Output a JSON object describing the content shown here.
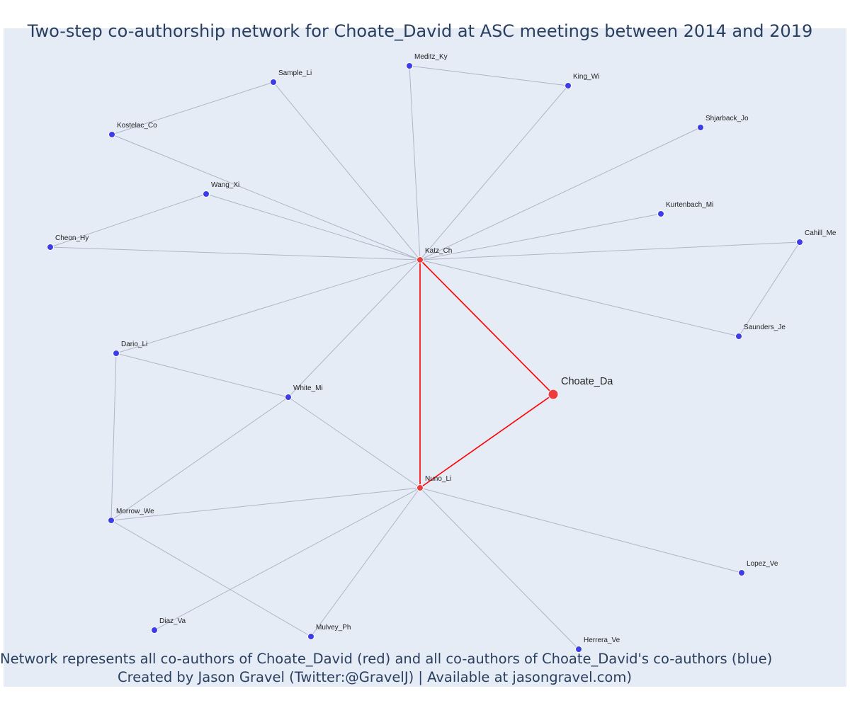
{
  "title": "Two-step co-authorship network for Choate_David at ASC meetings between 2014 and 2019",
  "footer": {
    "line1": "Network represents all co-authors of Choate_David (red) and all co-authors of Choate_David's co-authors (blue)",
    "line2": "Created by Jason Gravel (Twitter:@GravelJ) | Available at jasongravel.com)"
  },
  "colors": {
    "background": "#e5ecf6",
    "edge": "#b0b4c8",
    "focal_edge": "#ff0000",
    "red_node": "#ef3a3a",
    "blue_node": "#3c3ce8",
    "title_text": "#2a3f5f"
  },
  "nodes": [
    {
      "id": "Choate_Da",
      "label": "Choate_Da",
      "group": "focal"
    },
    {
      "id": "Katz_Ch",
      "label": "Katz_Ch",
      "group": "coauthor"
    },
    {
      "id": "Nuno_Li",
      "label": "Nuno_Li",
      "group": "coauthor"
    },
    {
      "id": "Meditz_Ky",
      "label": "Meditz_Ky",
      "group": "second"
    },
    {
      "id": "King_Wi",
      "label": "King_Wi",
      "group": "second"
    },
    {
      "id": "Sample_Li",
      "label": "Sample_Li",
      "group": "second"
    },
    {
      "id": "Kostelac_Co",
      "label": "Kostelac_Co",
      "group": "second"
    },
    {
      "id": "Shjarback_Jo",
      "label": "Shjarback_Jo",
      "group": "second"
    },
    {
      "id": "Wang_Xi",
      "label": "Wang_Xi",
      "group": "second"
    },
    {
      "id": "Kurtenbach_Mi",
      "label": "Kurtenbach_Mi",
      "group": "second"
    },
    {
      "id": "Cheon_Hy",
      "label": "Cheon_Hy",
      "group": "second"
    },
    {
      "id": "Cahill_Me",
      "label": "Cahill_Me",
      "group": "second"
    },
    {
      "id": "Saunders_Je",
      "label": "Saunders_Je",
      "group": "second"
    },
    {
      "id": "Dario_Li",
      "label": "Dario_Li",
      "group": "second"
    },
    {
      "id": "White_Mi",
      "label": "White_Mi",
      "group": "second"
    },
    {
      "id": "Morrow_We",
      "label": "Morrow_We",
      "group": "second"
    },
    {
      "id": "Lopez_Ve",
      "label": "Lopez_Ve",
      "group": "second"
    },
    {
      "id": "Diaz_Va",
      "label": "Diaz_Va",
      "group": "second"
    },
    {
      "id": "Mulvey_Ph",
      "label": "Mulvey_Ph",
      "group": "second"
    },
    {
      "id": "Herrera_Ve",
      "label": "Herrera_Ve",
      "group": "second"
    }
  ],
  "edges": [
    [
      "Choate_Da",
      "Katz_Ch"
    ],
    [
      "Choate_Da",
      "Nuno_Li"
    ],
    [
      "Katz_Ch",
      "Nuno_Li"
    ],
    [
      "Katz_Ch",
      "Meditz_Ky"
    ],
    [
      "Katz_Ch",
      "King_Wi"
    ],
    [
      "Meditz_Ky",
      "King_Wi"
    ],
    [
      "Katz_Ch",
      "Sample_Li"
    ],
    [
      "Sample_Li",
      "Kostelac_Co"
    ],
    [
      "Kostelac_Co",
      "Katz_Ch"
    ],
    [
      "Katz_Ch",
      "Shjarback_Jo"
    ],
    [
      "Katz_Ch",
      "Wang_Xi"
    ],
    [
      "Wang_Xi",
      "Cheon_Hy"
    ],
    [
      "Cheon_Hy",
      "Katz_Ch"
    ],
    [
      "Katz_Ch",
      "Kurtenbach_Mi"
    ],
    [
      "Katz_Ch",
      "Cahill_Me"
    ],
    [
      "Cahill_Me",
      "Saunders_Je"
    ],
    [
      "Katz_Ch",
      "Saunders_Je"
    ],
    [
      "Katz_Ch",
      "Dario_Li"
    ],
    [
      "Katz_Ch",
      "White_Mi"
    ],
    [
      "Dario_Li",
      "White_Mi"
    ],
    [
      "Dario_Li",
      "Morrow_We"
    ],
    [
      "White_Mi",
      "Morrow_We"
    ],
    [
      "White_Mi",
      "Nuno_Li"
    ],
    [
      "Morrow_We",
      "Nuno_Li"
    ],
    [
      "Morrow_We",
      "Mulvey_Ph"
    ],
    [
      "Nuno_Li",
      "Lopez_Ve"
    ],
    [
      "Nuno_Li",
      "Diaz_Va"
    ],
    [
      "Nuno_Li",
      "Mulvey_Ph"
    ],
    [
      "Nuno_Li",
      "Herrera_Ve"
    ]
  ]
}
